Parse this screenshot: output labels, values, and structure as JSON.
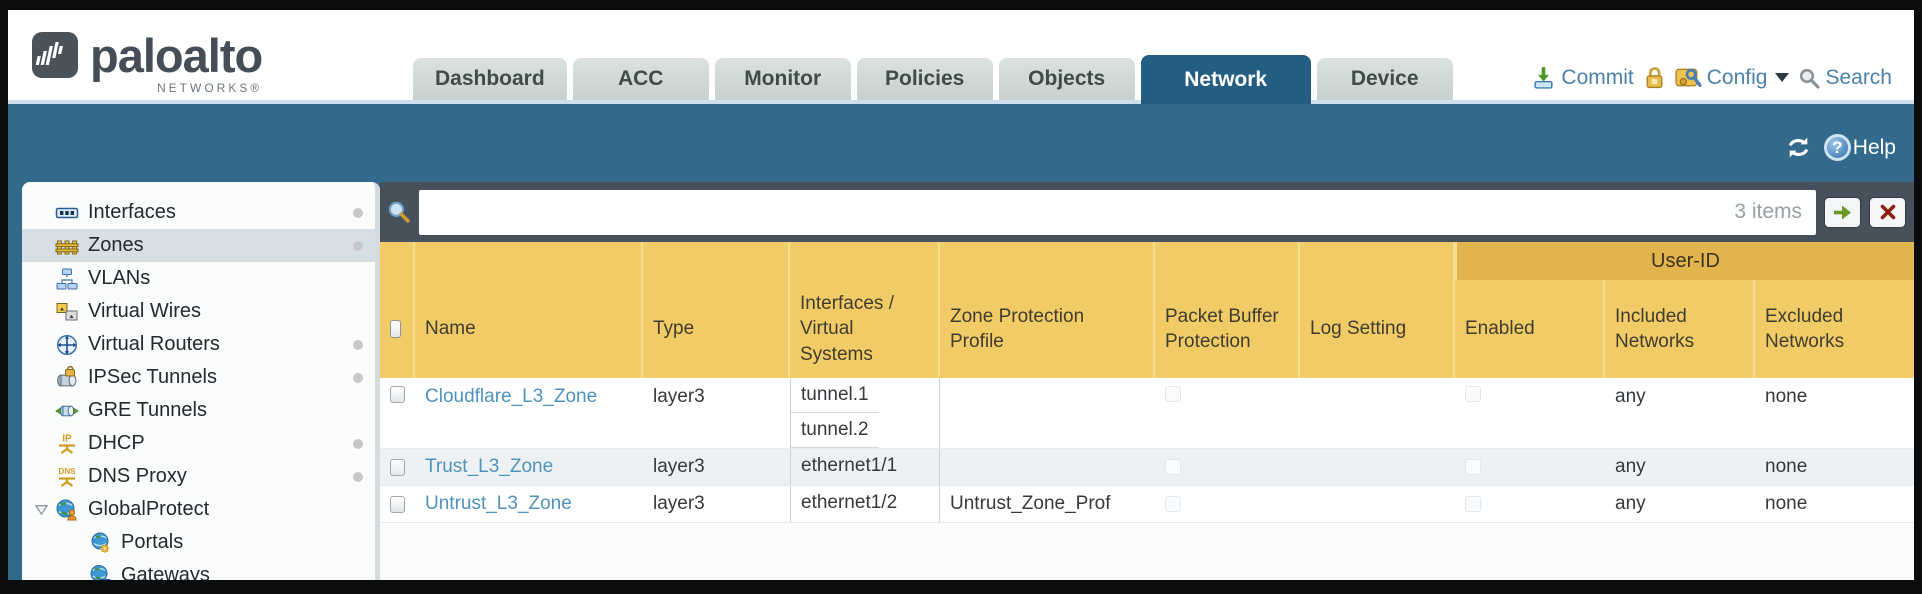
{
  "logo": {
    "brand": "paloalto",
    "sub": "NETWORKS®"
  },
  "nav": {
    "tabs": [
      {
        "label": "Dashboard",
        "active": false
      },
      {
        "label": "ACC",
        "active": false
      },
      {
        "label": "Monitor",
        "active": false
      },
      {
        "label": "Policies",
        "active": false
      },
      {
        "label": "Objects",
        "active": false
      },
      {
        "label": "Network",
        "active": true
      },
      {
        "label": "Device",
        "active": false
      }
    ],
    "commit_label": "Commit",
    "config_label": "Config",
    "search_label": "Search"
  },
  "toolbar": {
    "help_label": "Help"
  },
  "sidebar": {
    "items": [
      {
        "label": "Interfaces",
        "icon": "interfaces-icon",
        "selected": false,
        "dot": true
      },
      {
        "label": "Zones",
        "icon": "zones-icon",
        "selected": true,
        "dot": true
      },
      {
        "label": "VLANs",
        "icon": "vlans-icon",
        "selected": false,
        "dot": false
      },
      {
        "label": "Virtual Wires",
        "icon": "virtual-wires-icon",
        "selected": false,
        "dot": false
      },
      {
        "label": "Virtual Routers",
        "icon": "virtual-routers-icon",
        "selected": false,
        "dot": true
      },
      {
        "label": "IPSec Tunnels",
        "icon": "ipsec-tunnels-icon",
        "selected": false,
        "dot": true
      },
      {
        "label": "GRE Tunnels",
        "icon": "gre-tunnels-icon",
        "selected": false,
        "dot": false
      },
      {
        "label": "DHCP",
        "icon": "dhcp-icon",
        "selected": false,
        "dot": true
      },
      {
        "label": "DNS Proxy",
        "icon": "dns-proxy-icon",
        "selected": false,
        "dot": true
      },
      {
        "label": "GlobalProtect",
        "icon": "globalprotect-icon",
        "selected": false,
        "dot": false,
        "expanded": true
      },
      {
        "label": "Portals",
        "icon": "portals-icon",
        "selected": false,
        "dot": false,
        "child": true
      },
      {
        "label": "Gateways",
        "icon": "gateways-icon",
        "selected": false,
        "dot": false,
        "child": true
      }
    ]
  },
  "filter": {
    "value": "",
    "count": "3 items"
  },
  "table": {
    "group_header": "User-ID",
    "columns": [
      "Name",
      "Type",
      "Interfaces / Virtual Systems",
      "Zone Protection Profile",
      "Packet Buffer Protection",
      "Log Setting",
      "Enabled",
      "Included Networks",
      "Excluded Networks"
    ],
    "rows": [
      {
        "name": "Cloudflare_L3_Zone",
        "type": "layer3",
        "interfaces": [
          "tunnel.1",
          "tunnel.2"
        ],
        "zone_protection_profile": "",
        "packet_buffer_protection": false,
        "log_setting": "",
        "user_id_enabled": false,
        "included_networks": "any",
        "excluded_networks": "none"
      },
      {
        "name": "Trust_L3_Zone",
        "type": "layer3",
        "interfaces": [
          "ethernet1/1"
        ],
        "zone_protection_profile": "",
        "packet_buffer_protection": false,
        "log_setting": "",
        "user_id_enabled": false,
        "included_networks": "any",
        "excluded_networks": "none"
      },
      {
        "name": "Untrust_L3_Zone",
        "type": "layer3",
        "interfaces": [
          "ethernet1/2"
        ],
        "zone_protection_profile": "Untrust_Zone_Prof",
        "packet_buffer_protection": false,
        "log_setting": "",
        "user_id_enabled": false,
        "included_networks": "any",
        "excluded_networks": "none"
      }
    ]
  },
  "colors": {
    "header_gold": "#f1cb66",
    "group_header_gold": "#e2b44e",
    "band_teal": "#336a8c",
    "active_tab_teal": "#235e82",
    "filter_bar_dark": "#47515b",
    "link_blue": "#4f93bd",
    "sidebar_selected": "#d6dfe4"
  }
}
